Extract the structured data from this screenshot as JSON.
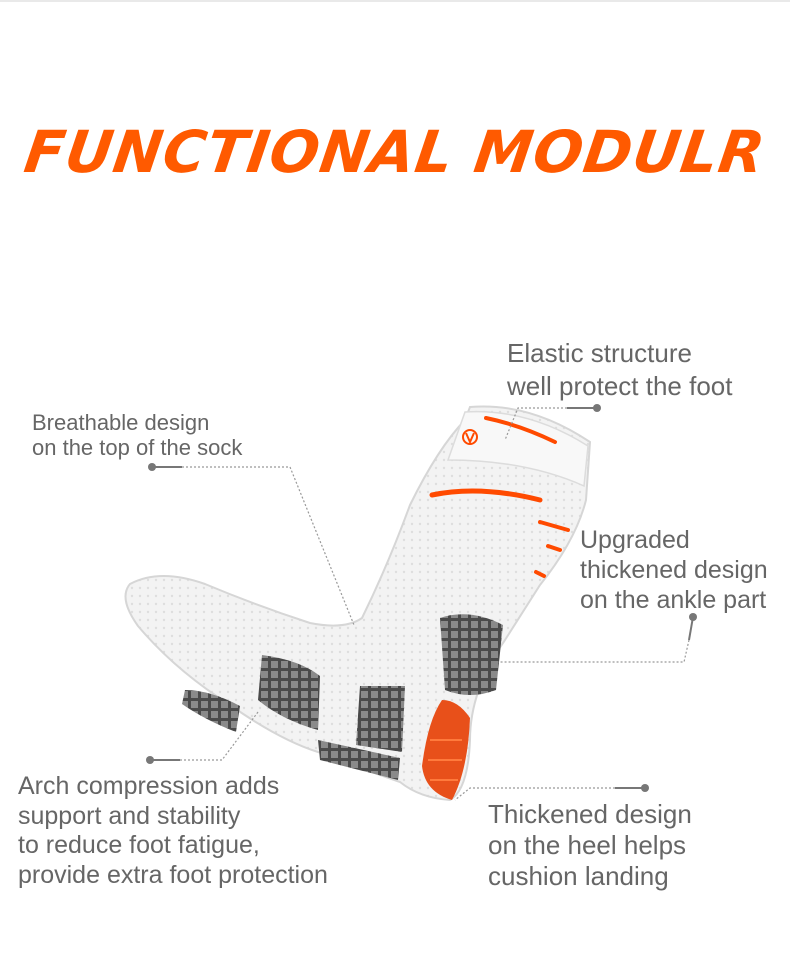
{
  "title": "FUNCTIONAL MODULR",
  "callouts": {
    "breathable": {
      "line1": "Breathable design",
      "line2": "on the top of the sock"
    },
    "elastic": {
      "line1": "Elastic structure",
      "line2": "well protect the foot"
    },
    "ankle": {
      "line1": "Upgraded",
      "line2": "thickened design",
      "line3": "on the ankle part"
    },
    "arch": {
      "line1": "Arch compression adds",
      "line2": "support and stability",
      "line3": "to reduce foot fatigue,",
      "line4": "provide extra foot protection"
    },
    "heel": {
      "line1": "Thickened design",
      "line2": "on the heel helps",
      "line3": "cushion landing"
    }
  },
  "colors": {
    "accent": "#ff5a00",
    "text": "#666666",
    "sock_white": "#f2f2f2",
    "sock_grey": "#5e5e5e"
  }
}
